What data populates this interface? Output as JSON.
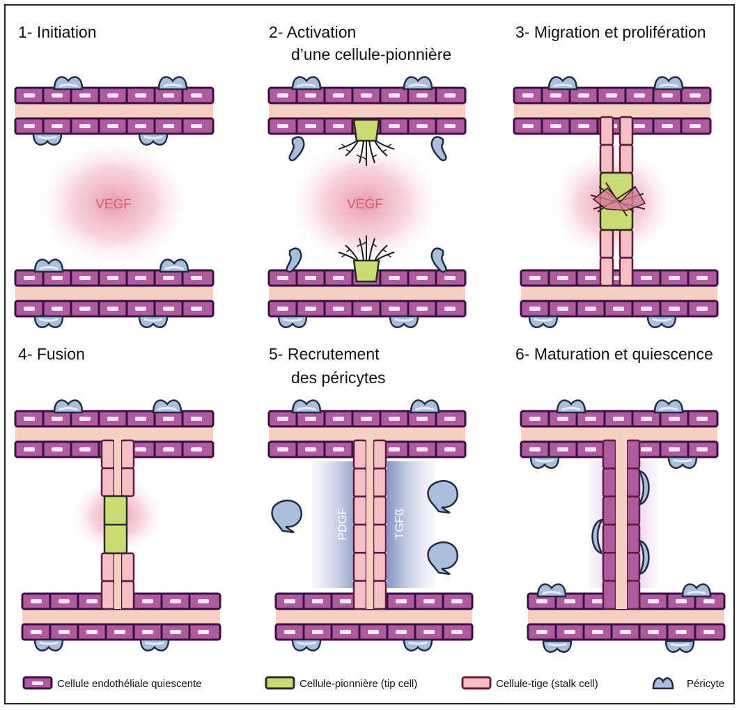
{
  "panels": [
    {
      "id": "initiation",
      "title": [
        "1- Initiation"
      ],
      "gradient_label": "VEGF"
    },
    {
      "id": "activation",
      "title": [
        "2- Activation",
        "d’une cellule-pionnière"
      ],
      "gradient_label": "VEGF"
    },
    {
      "id": "migration",
      "title": [
        "3- Migration et prolifération"
      ]
    },
    {
      "id": "fusion",
      "title": [
        "4- Fusion"
      ]
    },
    {
      "id": "recruitment",
      "title": [
        "5- Recrutement",
        "des péricytes"
      ],
      "factors": [
        "PDGF",
        "TGFß"
      ]
    },
    {
      "id": "maturation",
      "title": [
        "6- Maturation et quiescence"
      ]
    }
  ],
  "legend": [
    {
      "label": "Cellule endothéliale quiescente",
      "fill": "#b05aa0",
      "stroke": "#3c0f42"
    },
    {
      "label": "Cellule-pionnière (tip cell)",
      "fill": "#c8dc73",
      "stroke": "#2a2a2a"
    },
    {
      "label": "Cellule-tige (stalk cell)",
      "fill": "#f4c0c4",
      "stroke": "#6a1a3a"
    },
    {
      "label": "Péricyte",
      "fill": "#a9bedb",
      "stroke": "#222a40"
    }
  ],
  "colors": {
    "endothelial": "#b05aa0",
    "endothelial_border": "#3c0f42",
    "lumen": "#f6d0c0",
    "tip_cell": "#c8dc73",
    "stalk_cell": "#f4c0c4",
    "pericyte": "#a9bedb",
    "vegf_gradient": "#e58aa0",
    "pdgf_gradient": "#8a9cc8"
  }
}
